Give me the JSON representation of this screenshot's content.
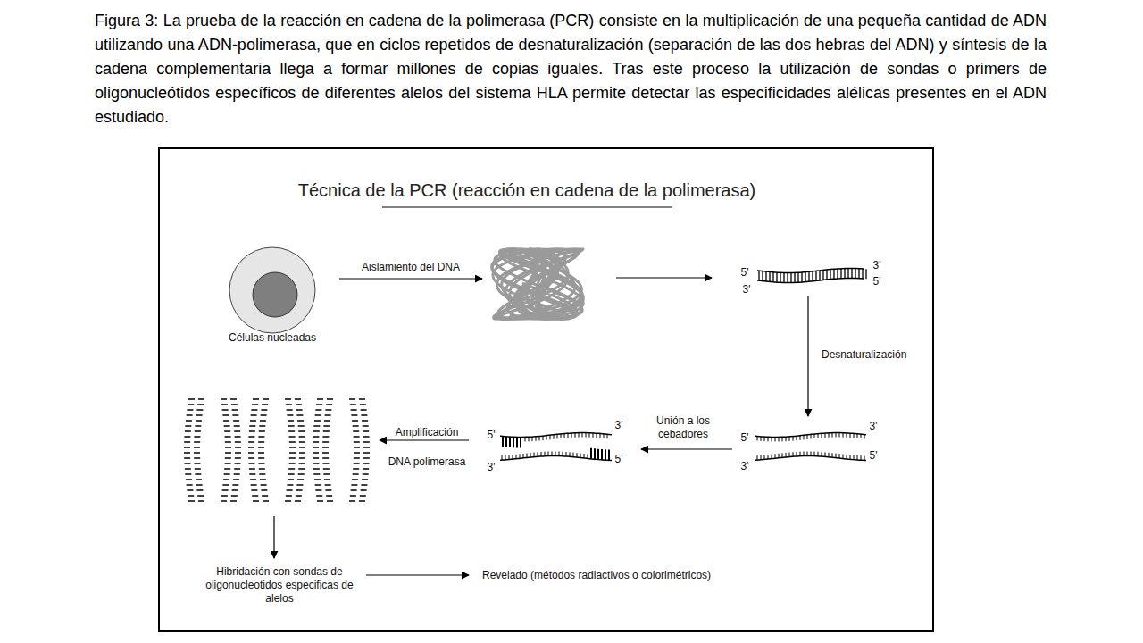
{
  "diagram": {
    "title": "Técnica de la PCR (reacción en cadena de la polimerasa)",
    "caption": "Figura 3: La prueba de la reacción en cadena de la polimerasa (PCR) consiste en la multiplicación de una pequeña cantidad de ADN utilizando una ADN-polimerasa, que en ciclos repetidos de desnaturalización (separación de las dos hebras del ADN) y síntesis de la cadena complementaria llega a formar millones de copias iguales. Tras este proceso la utilización de sondas o primers de oligonucleótidos específicos de diferentes alelos del sistema HLA permite detectar las especificidades alélicas presentes en el ADN estudiado.",
    "labels": [
      "Aislamiento del DNA",
      "Células nucleadas",
      "5'",
      "3'",
      "3'",
      "5'",
      "Desnaturalización",
      "5'",
      "3'",
      "3'",
      "5'",
      "Unión a los cebadores",
      "5'",
      "3'",
      "3'",
      "5'",
      "Amplificación",
      "DNA polimerasa",
      "Hibridación con sondas de oligonucleotidos especificas de alelos",
      "Revelado (métodos radiactivos o colorimétricos)"
    ]
  }
}
